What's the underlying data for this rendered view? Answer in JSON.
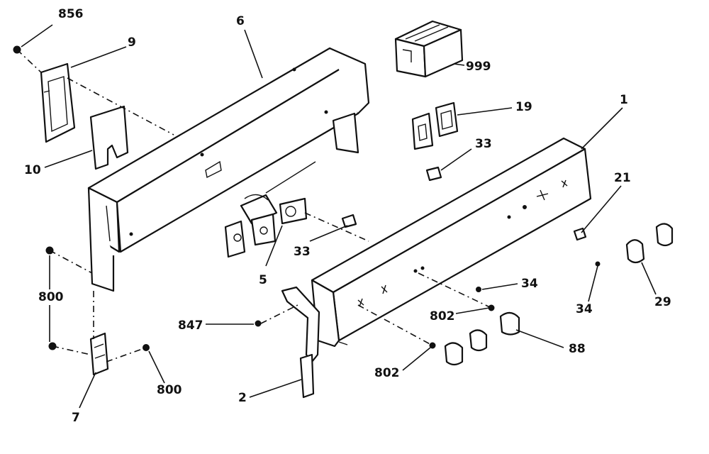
{
  "labels": {
    "l856": "856",
    "l9": "9",
    "l6": "6",
    "l999": "999",
    "l19": "19",
    "l1": "1",
    "l33a": "33",
    "l10": "10",
    "l21": "21",
    "l33b": "33",
    "l5": "5",
    "l800a": "800",
    "l34a": "34",
    "l34b": "34",
    "l29": "29",
    "l802a": "802",
    "l847": "847",
    "l88": "88",
    "l802b": "802",
    "l800b": "800",
    "l2": "2",
    "l7": "7"
  }
}
